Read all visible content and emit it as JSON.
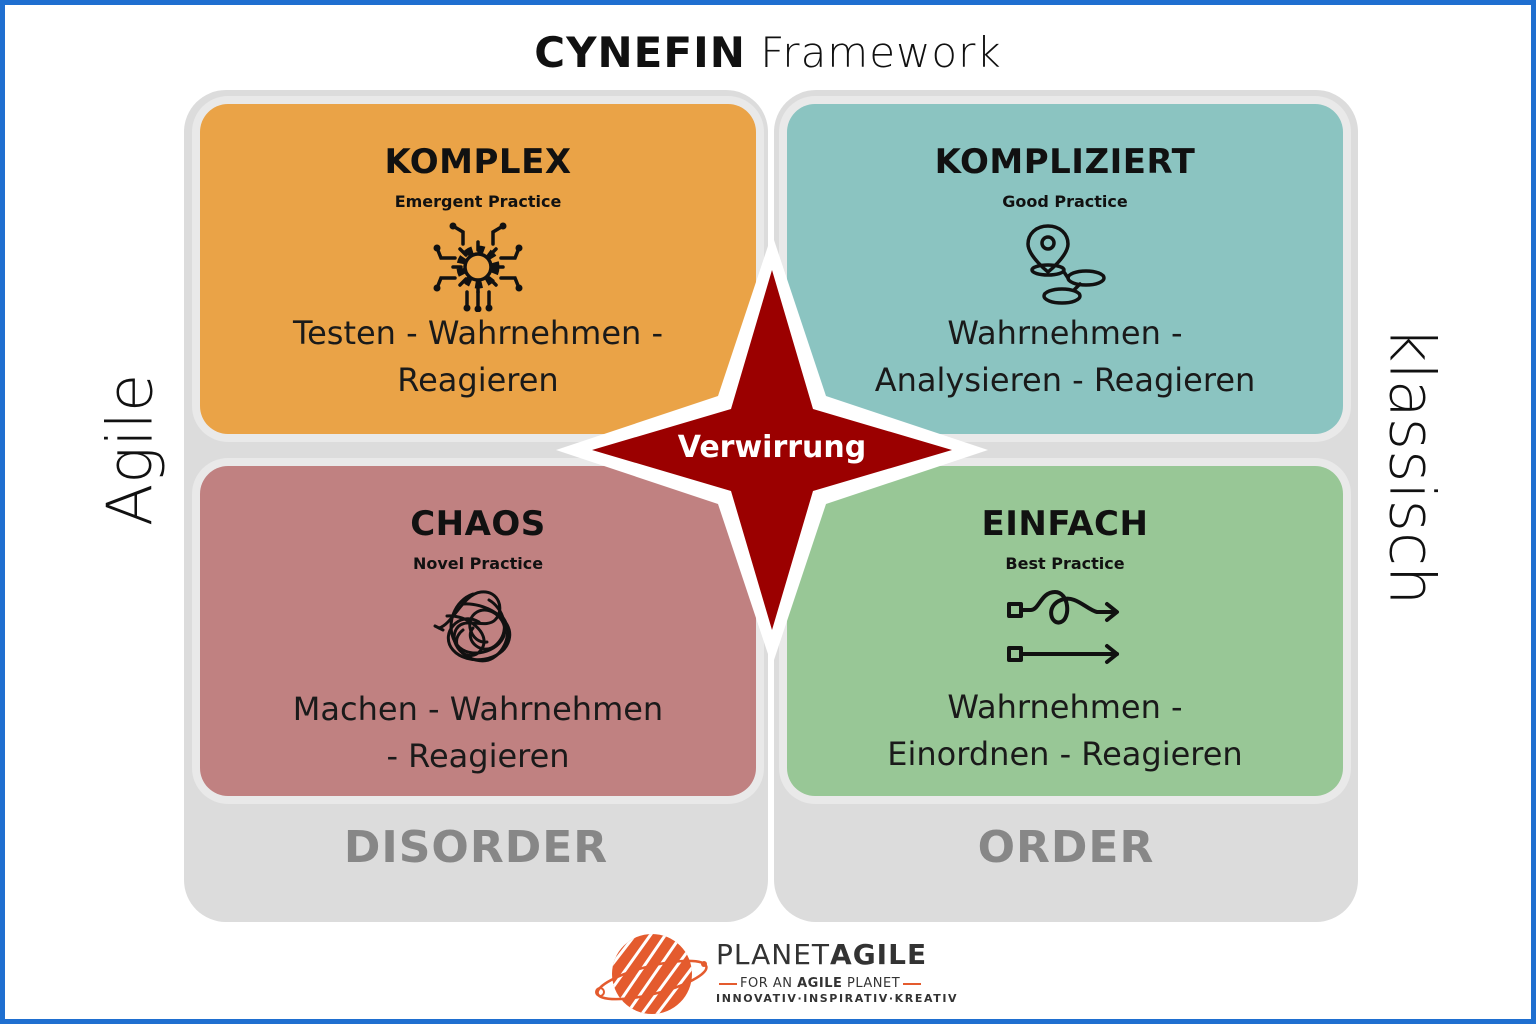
{
  "title": {
    "bold": "CYNEFIN",
    "light": "Framework"
  },
  "side_labels": {
    "left": "Agile",
    "right": "klassisch"
  },
  "column_labels": {
    "left": "DISORDER",
    "right": "ORDER"
  },
  "center": {
    "label": "Verwirrung",
    "color": "#9b0000"
  },
  "quadrants": {
    "komplex": {
      "title": "KOMPLEX",
      "subtitle": "Emergent Practice",
      "line1": "Testen - Wahrnehmen -",
      "line2": "Reagieren",
      "icon": "circuit-gear-icon",
      "color": "#eaa347"
    },
    "kompliziert": {
      "title": "KOMPLIZIERT",
      "subtitle": "Good Practice",
      "line1": "Wahrnehmen -",
      "line2": "Analysieren - Reagieren",
      "icon": "location-route-icon",
      "color": "#8bc4c1"
    },
    "chaos": {
      "title": "CHAOS",
      "subtitle": "Novel Practice",
      "line1": "Machen - Wahrnehmen",
      "line2": "- Reagieren",
      "icon": "tangle-icon",
      "color": "#c08181"
    },
    "einfach": {
      "title": "EINFACH",
      "subtitle": "Best Practice",
      "line1": "Wahrnehmen -",
      "line2": "Einordnen - Reagieren",
      "icon": "path-arrows-icon",
      "color": "#98c796"
    }
  },
  "logo": {
    "name_light": "PLANET",
    "name_bold": "AGILE",
    "tag_pre": "FOR AN ",
    "tag_bold": "AGILE",
    "tag_post": " PLANET",
    "claim": "INNOVATIV·INSPIRATIV·KREATIV",
    "accent": "#e45b2e"
  },
  "frame_color": "#1f6fd0"
}
